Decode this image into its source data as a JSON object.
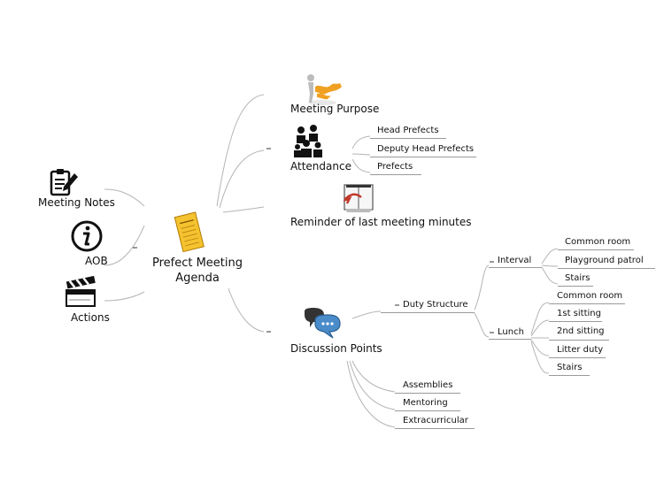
{
  "central": {
    "line1": "Prefect Meeting",
    "line2": "Agenda",
    "icon": "agenda-note-icon"
  },
  "left": [
    {
      "label": "Meeting Notes",
      "icon": "clipboard-pencil-icon"
    },
    {
      "label": "AOB",
      "icon": "info-icon"
    },
    {
      "label": "Actions",
      "icon": "clapperboard-icon"
    }
  ],
  "right": {
    "purpose": {
      "label": "Meeting Purpose",
      "icon": "figure-pointing-icon"
    },
    "attendance": {
      "label": "Attendance",
      "icon": "people-group-icon",
      "children": [
        "Head Prefects",
        "Deputy Head Prefects",
        "Prefects"
      ]
    },
    "reminder": {
      "label": "Reminder of last meeting minutes",
      "icon": "calendar-flip-icon"
    },
    "discussion": {
      "label": "Discussion Points",
      "icon": "speech-bubbles-icon",
      "duty": {
        "label": "Duty Structure",
        "interval": {
          "label": "Interval",
          "children": [
            "Common room",
            "Playground patrol",
            "Stairs"
          ]
        },
        "lunch": {
          "label": "Lunch",
          "children": [
            "Common room",
            "1st sitting",
            "2nd sitting",
            "Litter duty",
            "Stairs"
          ]
        }
      },
      "others": [
        "Assemblies",
        "Mentoring",
        "Extracurricular"
      ]
    }
  },
  "markers": {
    "collapse": "-"
  },
  "colors": {
    "line": "#b5b5b5",
    "underline": "#9a9a9a",
    "note": "#f5c230",
    "orange": "#f0a020",
    "bubble": "#3a6ea5"
  }
}
